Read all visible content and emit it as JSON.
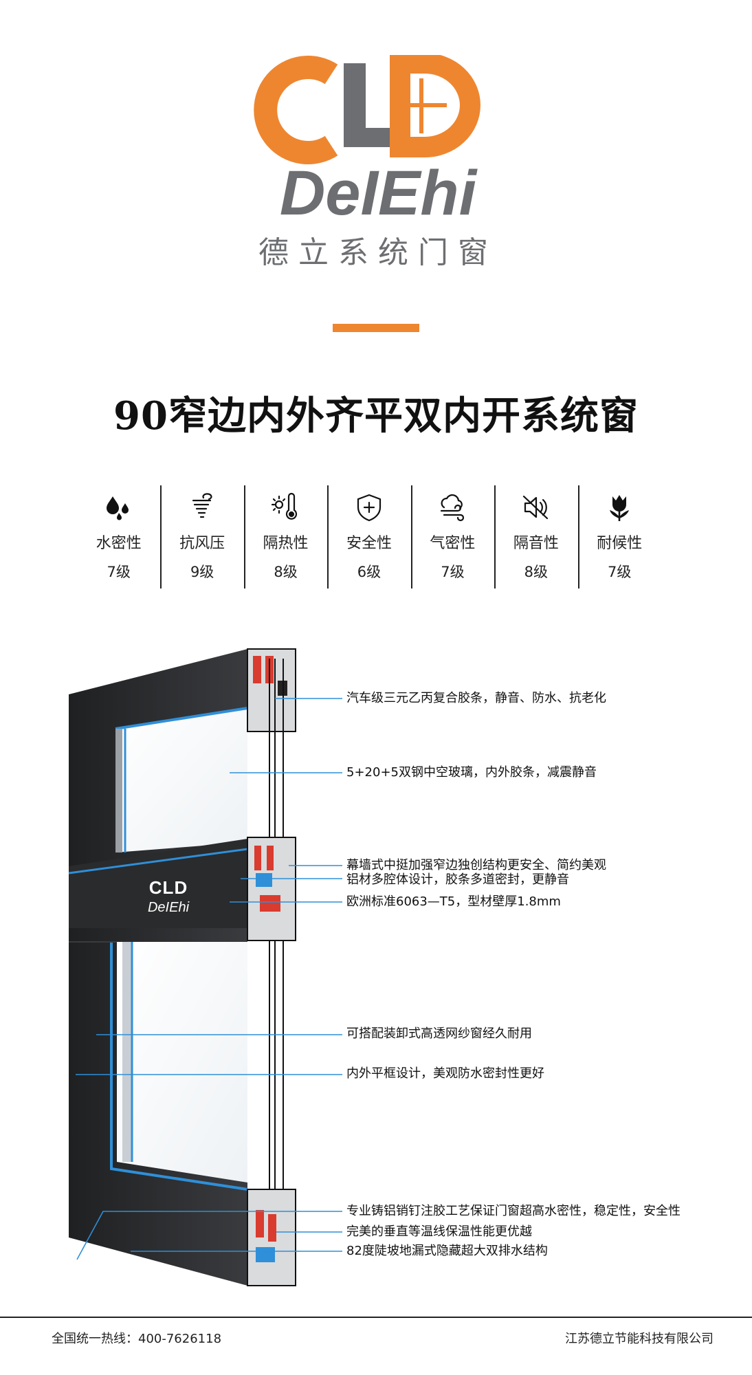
{
  "brand": {
    "logo_mark": "CLD",
    "name": "DeIEhi",
    "chinese_name": "德立系统门窗",
    "colors": {
      "orange": "#ee8630",
      "gray": "#6d6e71",
      "dark": "#2b2c2e"
    }
  },
  "title": "90窄边内外齐平双内开系统窗",
  "features": [
    {
      "icon": "water-drops-icon",
      "name": "水密性",
      "grade": "7级"
    },
    {
      "icon": "wind-swirl-icon",
      "name": "抗风压",
      "grade": "9级"
    },
    {
      "icon": "thermometer-sun-icon",
      "name": "隔热性",
      "grade": "8级"
    },
    {
      "icon": "shield-plus-icon",
      "name": "安全性",
      "grade": "6级"
    },
    {
      "icon": "cloud-wind-icon",
      "name": "气密性",
      "grade": "7级"
    },
    {
      "icon": "speaker-mute-icon",
      "name": "隔音性",
      "grade": "8级"
    },
    {
      "icon": "tulip-icon",
      "name": "耐候性",
      "grade": "7级"
    }
  ],
  "product": {
    "sash_logo": "CLD",
    "sash_brand": "DeIEhi"
  },
  "callouts": [
    "汽车级三元乙丙复合胶条，静音、防水、抗老化",
    "5+20+5双钢中空玻璃，内外胶条，减震静音",
    "幕墙式中挺加强窄边独创结构更安全、简约美观",
    "铝材多腔体设计，胶条多道密封，更静音",
    "欧洲标准6063—T5，型材壁厚1.8mm",
    "可搭配装卸式高透网纱窗经久耐用",
    "内外平框设计，美观防水密封性更好",
    "专业铸铝销钉注胶工艺保证门窗超高水密性，稳定性，安全性",
    "完美的垂直等温线保温性能更优越",
    "82度陡坡地漏式隐藏超大双排水结构"
  ],
  "footer": {
    "hotline": "全国统一热线：400-7626118",
    "company": "江苏德立节能科技有限公司"
  }
}
